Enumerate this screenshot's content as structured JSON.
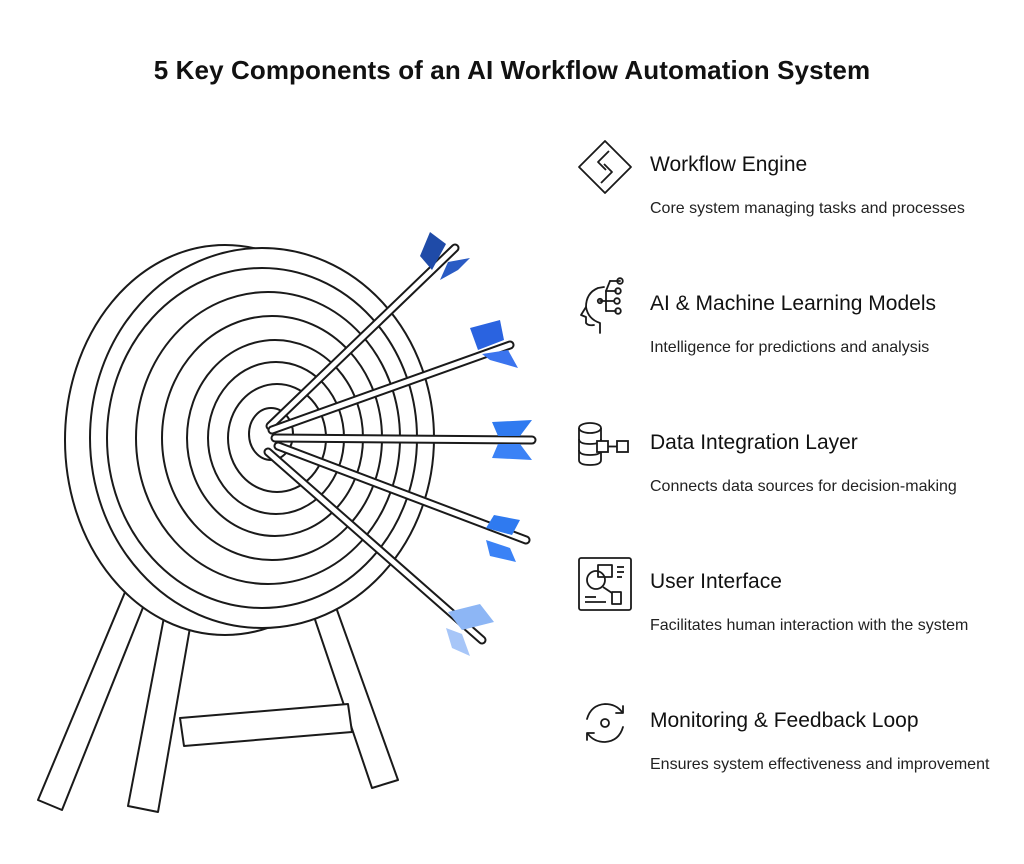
{
  "title": "5 Key Components of an AI Workflow Automation System",
  "colors": {
    "arrow_dark": "#1F4BA8",
    "arrow_mid": "#2A63E0",
    "arrow_blue": "#2F7AF0",
    "arrow_light": "#8DB6F5",
    "line": "#1a1a1a"
  },
  "components": [
    {
      "icon": "workflow-engine-icon",
      "heading": "Workflow Engine",
      "description": "Core system managing tasks and processes"
    },
    {
      "icon": "ai-head-network-icon",
      "heading": "AI & Machine Learning Models",
      "description": "Intelligence for predictions and analysis"
    },
    {
      "icon": "database-connect-icon",
      "heading": "Data Integration Layer",
      "description": "Connects data sources for decision-making"
    },
    {
      "icon": "user-interface-icon",
      "heading": "User Interface",
      "description": "Facilitates human interaction with the system"
    },
    {
      "icon": "feedback-loop-icon",
      "heading": "Monitoring & Feedback Loop",
      "description": "Ensures system effectiveness and improvement"
    }
  ]
}
